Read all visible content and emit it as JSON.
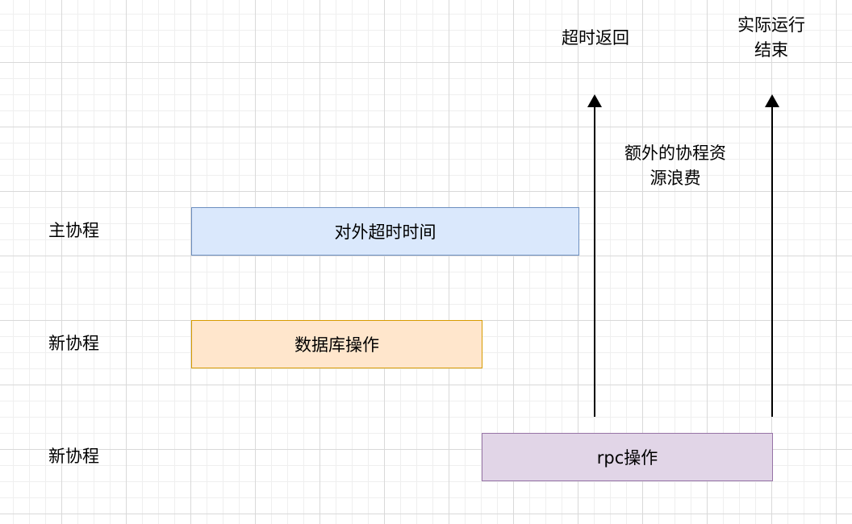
{
  "rows": [
    {
      "label": "主协程"
    },
    {
      "label": "新协程"
    },
    {
      "label": "新协程"
    }
  ],
  "bars": {
    "main": {
      "label": "对外超时时间",
      "fill": "#dae8fc",
      "stroke": "#6c8ebf"
    },
    "db": {
      "label": "数据库操作",
      "fill": "#ffe6cc",
      "stroke": "#d79b00"
    },
    "rpc": {
      "label": "rpc操作",
      "fill": "#e1d5e7",
      "stroke": "#9673a6"
    }
  },
  "annotations": {
    "timeout_return": "超时返回",
    "actual_end": [
      "实际运行",
      "结束"
    ],
    "waste": [
      "额外的协程资",
      "源浪费"
    ]
  }
}
